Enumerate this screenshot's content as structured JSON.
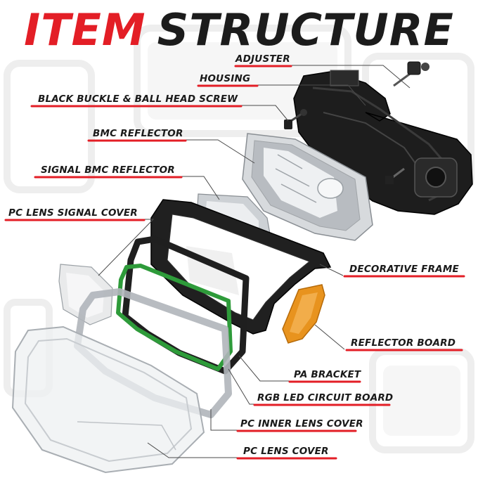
{
  "title": {
    "part1": "ITEM",
    "part2": "STRUCTURE"
  },
  "labels": {
    "adjuster": "ADJUSTER",
    "housing": "HOUSING",
    "black_buckle": "BLACK BUCKLE & BALL HEAD SCREW",
    "bmc_reflector": "BMC REFLECTOR",
    "signal_bmc_reflector": "SIGNAL BMC REFLECTOR",
    "pc_lens_signal_cover": "PC LENS SIGNAL COVER",
    "decorative_frame": "DECORATIVE FRAME",
    "reflector_board": "REFLECTOR BOARD",
    "pa_bracket": "PA BRACKET",
    "rgb_led_circuit_board": "RGB LED CIRCUIT BOARD",
    "pc_inner_lens_cover": "PC INNER LENS COVER",
    "pc_lens_cover": "PC LENS COVER"
  },
  "colors": {
    "accent_red": "#e31e26",
    "title_dark": "#1c1c1c",
    "housing_black": "#1b1b1b",
    "led_green": "#2e9b3a",
    "amber": "#e8931e"
  }
}
